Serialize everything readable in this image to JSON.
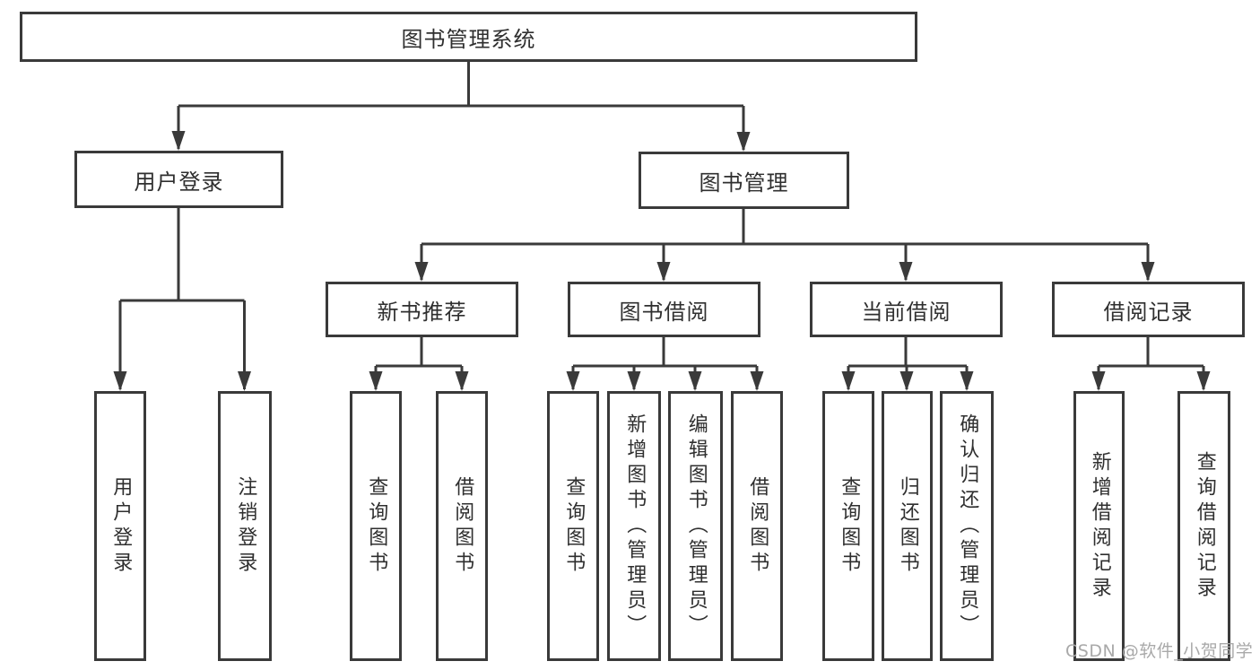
{
  "diagram": {
    "title": "图书管理系统",
    "nodes": {
      "root": "图书管理系统",
      "user_login": "用户登录",
      "book_mgmt": "图书管理",
      "new_book_rec": "新书推荐",
      "book_borrow": "图书借阅",
      "current_borrow": "当前借阅",
      "borrow_record": "借阅记录",
      "ul_user_login": "用户登录",
      "ul_logout": "注销登录",
      "nb_query": "查询图书",
      "nb_borrow": "借阅图书",
      "bb_query": "查询图书",
      "bb_add": "新增图书（管理员）",
      "bb_edit": "编辑图书（管理员）",
      "bb_borrow": "借阅图书",
      "cb_query": "查询图书",
      "cb_return": "归还图书",
      "cb_confirm": "确认归还（管理员）",
      "br_add": "新增借阅记录",
      "br_query": "查询借阅记录"
    },
    "colors": {
      "line": "#3a3a3a",
      "text": "#2f2f2f",
      "background": "#ffffff",
      "watermark": "#a9a9a9"
    }
  },
  "watermark": {
    "text": "CSDN @软件_小贺同学"
  }
}
